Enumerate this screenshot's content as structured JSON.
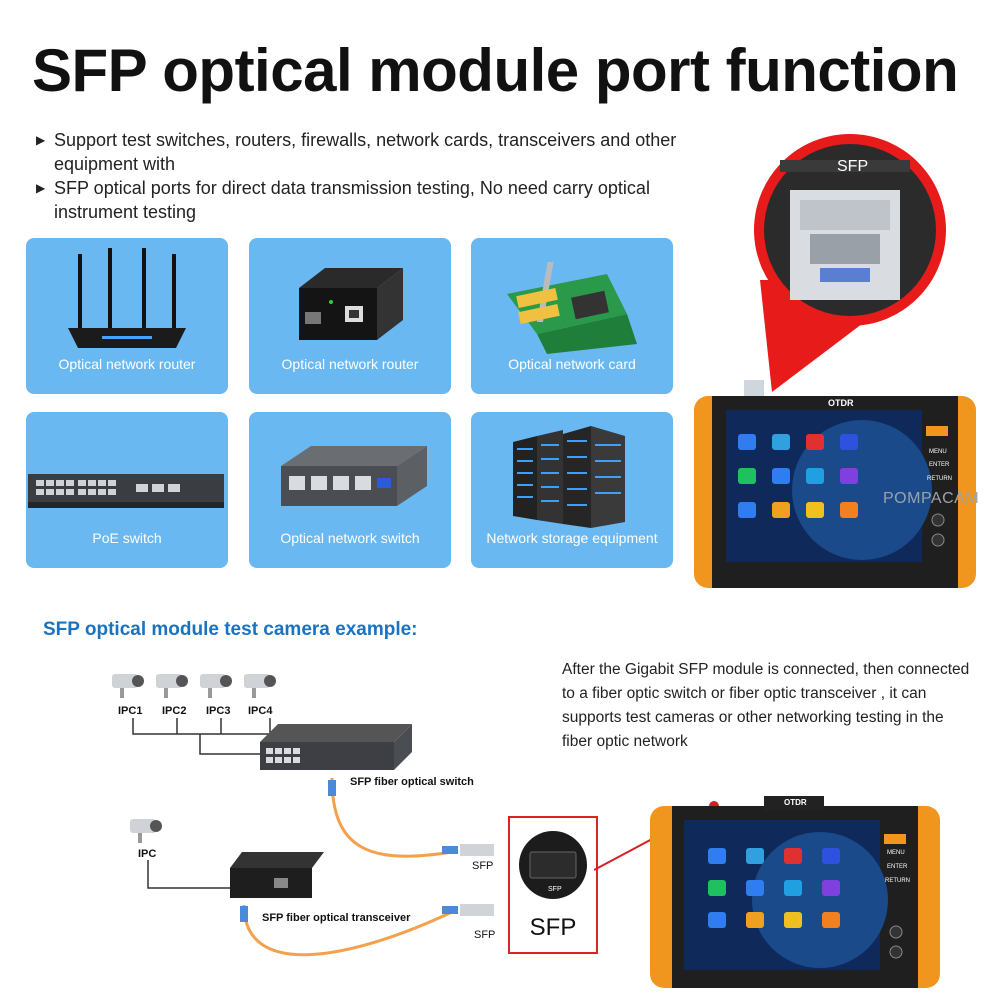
{
  "title": "SFP optical module port function",
  "bullets": [
    "Support test switches, routers, firewalls, network cards, transceivers and other equipment with",
    "SFP optical ports for direct data transmission testing, No need carry optical instrument testing"
  ],
  "cards": [
    {
      "label": "Optical network router",
      "icon": "router-icon"
    },
    {
      "label": "Optical network router",
      "icon": "media-converter-icon"
    },
    {
      "label": "Optical network card",
      "icon": "network-card-icon"
    },
    {
      "label": "PoE switch",
      "icon": "poe-switch-icon"
    },
    {
      "label": "Optical network switch",
      "icon": "optical-switch-icon"
    },
    {
      "label": "Network storage equipment",
      "icon": "storage-icon"
    }
  ],
  "zoom_label": "SFP",
  "tester": {
    "brand": "OTDR",
    "buttons": [
      "MENU",
      "ENTER",
      "RETURN"
    ]
  },
  "watermark": "POMPACAM",
  "example_heading": "SFP optical module test camera example:",
  "description": "After the Gigabit SFP module is connected, then connected to a fiber optic switch or fiber optic transceiver , it can supports test cameras or other networking testing  in the fiber optic network",
  "diagram": {
    "ipc_labels": [
      "IPC1",
      "IPC2",
      "IPC3",
      "IPC4"
    ],
    "single_ipc": "IPC",
    "switch_label": "SFP fiber optical switch",
    "transceiver_label": "SFP fiber optical transceiver",
    "sfp_small": "SFP",
    "sfp_box_small": "SFP",
    "sfp_box_big": "SFP"
  },
  "colors": {
    "card_bg": "#6ab8f2",
    "heading_blue": "#1a73c0",
    "tester_orange": "#f0961e",
    "fiber_orange": "#f5a04a",
    "accent_red": "#d22222"
  }
}
